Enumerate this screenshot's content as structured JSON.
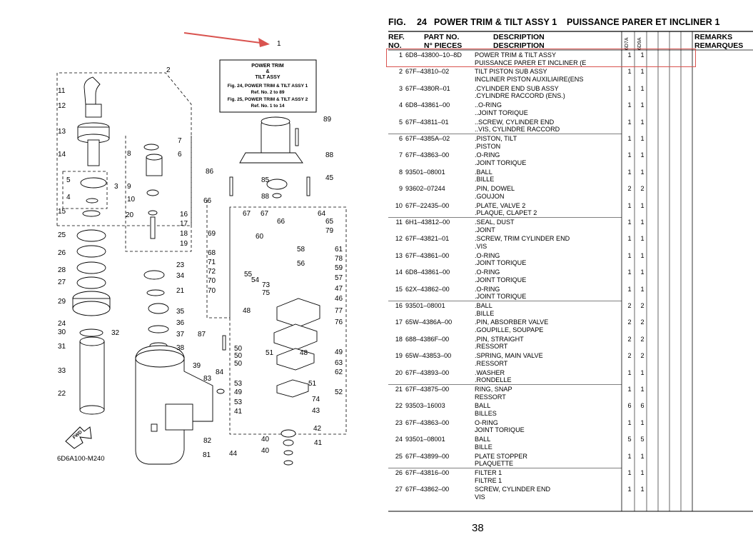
{
  "figure": {
    "label": "FIG.",
    "number": "24",
    "title_en": "POWER TRIM & TILT ASSY 1",
    "title_fr": "PUISSANCE PARER ET INCLINER 1"
  },
  "columns": {
    "ref_en": "REF.",
    "ref_fr": "NO.",
    "part_en": "PART NO.",
    "part_fr": "N° PIECES",
    "desc_en": "DESCRIPTION",
    "desc_fr": "DESCRIPTION",
    "qty1": "6D7A",
    "qty2": "6D9A",
    "remarks_en": "REMARKS",
    "remarks_fr": "REMARQUES"
  },
  "rows": [
    {
      "ref": "1",
      "part": "6D8–43800–10–8D",
      "en": "POWER TRIM & TILT ASSY",
      "fr": "PUISSANCE PARER ET INCLINER (E",
      "q1": "1",
      "q2": "1"
    },
    {
      "ref": "2",
      "part": "67F–43810–02",
      "en": "TILT PISTON SUB ASSY",
      "fr": "INCLINER PISTON AUXILIAIRE(ENS",
      "q1": "1",
      "q2": "1"
    },
    {
      "ref": "3",
      "part": "67F–4380R–01",
      "en": ".CYLINDER END SUB ASSY",
      "fr": ".CYLINDRE RACCORD (ENS.)",
      "q1": "1",
      "q2": "1"
    },
    {
      "ref": "4",
      "part": "6D8–43861–00",
      "en": "..O-RING",
      "fr": "..JOINT TORIQUE",
      "q1": "1",
      "q2": "1"
    },
    {
      "ref": "5",
      "part": "67F–43811–01",
      "en": "..SCREW, CYLINDER END",
      "fr": "..VIS, CYLINDRE RACCORD",
      "q1": "1",
      "q2": "1"
    },
    {
      "ref": "6",
      "part": "67F–4385A–02",
      "en": ".PISTON, TILT",
      "fr": ".PISTON",
      "q1": "1",
      "q2": "1"
    },
    {
      "ref": "7",
      "part": "67F–43863–00",
      "en": ".O-RING",
      "fr": ".JOINT TORIQUE",
      "q1": "1",
      "q2": "1"
    },
    {
      "ref": "8",
      "part": "93501–08001",
      "en": ".BALL",
      "fr": ".BILLE",
      "q1": "1",
      "q2": "1"
    },
    {
      "ref": "9",
      "part": "93602–07244",
      "en": ".PIN, DOWEL",
      "fr": ".GOUJON",
      "q1": "2",
      "q2": "2"
    },
    {
      "ref": "10",
      "part": "67F–22435–00",
      "en": ".PLATE, VALVE 2",
      "fr": ".PLAQUE, CLAPET 2",
      "q1": "1",
      "q2": "1"
    },
    {
      "ref": "11",
      "part": "6H1–43812–00",
      "en": ".SEAL, DUST",
      "fr": ".JOINT",
      "q1": "1",
      "q2": "1"
    },
    {
      "ref": "12",
      "part": "67F–43821–01",
      "en": ".SCREW, TRIM CYLINDER END",
      "fr": ".VIS",
      "q1": "1",
      "q2": "1"
    },
    {
      "ref": "13",
      "part": "67F–43861–00",
      "en": ".O-RING",
      "fr": ".JOINT TORIQUE",
      "q1": "1",
      "q2": "1"
    },
    {
      "ref": "14",
      "part": "6D8–43861–00",
      "en": ".O-RING",
      "fr": ".JOINT TORIQUE",
      "q1": "1",
      "q2": "1"
    },
    {
      "ref": "15",
      "part": "62X–43862–00",
      "en": ".O-RING",
      "fr": ".JOINT TORIQUE",
      "q1": "1",
      "q2": "1"
    },
    {
      "ref": "16",
      "part": "93501–08001",
      "en": ".BALL",
      "fr": ".BILLE",
      "q1": "2",
      "q2": "2"
    },
    {
      "ref": "17",
      "part": "65W–4386A–00",
      "en": ".PIN, ABSORBER VALVE",
      "fr": ".GOUPILLE, SOUPAPE",
      "q1": "2",
      "q2": "2"
    },
    {
      "ref": "18",
      "part": "688–4386F–00",
      "en": ".PIN, STRAIGHT",
      "fr": ".RESSORT",
      "q1": "2",
      "q2": "2"
    },
    {
      "ref": "19",
      "part": "65W–43853–00",
      "en": ".SPRING, MAIN VALVE",
      "fr": ".RESSORT",
      "q1": "2",
      "q2": "2"
    },
    {
      "ref": "20",
      "part": "67F–43893–00",
      "en": ".WASHER",
      "fr": ".RONDELLE",
      "q1": "1",
      "q2": "1"
    },
    {
      "ref": "21",
      "part": "67F–43875–00",
      "en": "RING, SNAP",
      "fr": "RESSORT",
      "q1": "1",
      "q2": "1"
    },
    {
      "ref": "22",
      "part": "93503–16003",
      "en": "BALL",
      "fr": "BILLES",
      "q1": "6",
      "q2": "6"
    },
    {
      "ref": "23",
      "part": "67F–43863–00",
      "en": "O-RING",
      "fr": "JOINT TORIQUE",
      "q1": "1",
      "q2": "1"
    },
    {
      "ref": "24",
      "part": "93501–08001",
      "en": "BALL",
      "fr": "BILLE",
      "q1": "5",
      "q2": "5"
    },
    {
      "ref": "25",
      "part": "67F–43899–00",
      "en": "PLATE STOPPER",
      "fr": "PLAQUETTE",
      "q1": "1",
      "q2": "1"
    },
    {
      "ref": "26",
      "part": "67F–43816–00",
      "en": "FILTER 1",
      "fr": "FILTRE 1",
      "q1": "1",
      "q2": "1"
    },
    {
      "ref": "27",
      "part": "67F–43862–00",
      "en": "SCREW, CYLINDER END",
      "fr": "VIS",
      "q1": "1",
      "q2": "1"
    }
  ],
  "diagram": {
    "label_box": {
      "line1": "POWER TRIM",
      "line2": "&",
      "line3": "TILT ASSY",
      "line4": "Fig. 24, POWER TRIM & TILT ASSY 1",
      "line5": "Ref. No. 2 to 89",
      "line6": "Fig. 25, POWER TRIM & TILT ASSY 2",
      "line7": "Ref. No. 1 to 14"
    },
    "code": "6D6A100-M240",
    "fwd": "FWD",
    "callouts": [
      "1",
      "2",
      "11",
      "12",
      "13",
      "14",
      "5",
      "4",
      "3",
      "15",
      "25",
      "26",
      "28",
      "27",
      "29",
      "24",
      "30",
      "31",
      "32",
      "33",
      "22",
      "7",
      "8",
      "6",
      "9",
      "10",
      "20",
      "16",
      "17",
      "18",
      "19",
      "23",
      "34",
      "21",
      "35",
      "36",
      "37",
      "38",
      "39",
      "83",
      "84",
      "82",
      "81",
      "44",
      "87",
      "89",
      "88",
      "86",
      "85",
      "88",
      "45",
      "66",
      "67",
      "67",
      "66",
      "64",
      "65",
      "79",
      "69",
      "60",
      "61",
      "68",
      "58",
      "78",
      "71",
      "56",
      "59",
      "72",
      "55",
      "57",
      "70",
      "54",
      "70",
      "73",
      "47",
      "75",
      "46",
      "48",
      "77",
      "76",
      "50",
      "50",
      "51",
      "48",
      "49",
      "50",
      "63",
      "53",
      "51",
      "62",
      "49",
      "74",
      "52",
      "53",
      "43",
      "41",
      "42",
      "40",
      "41",
      "40"
    ],
    "arrow_color": "#d9534f"
  },
  "page_number": "38"
}
